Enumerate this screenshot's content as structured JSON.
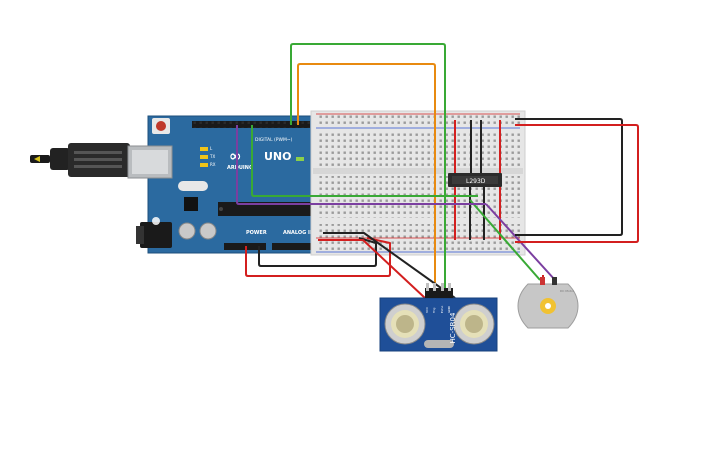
{
  "arduino": {
    "logo": "ARDUINO",
    "model": "UNO",
    "digital_label": "DIGITAL (PWM~)",
    "power_label": "POWER",
    "analog_label": "ANALOG IN",
    "led_tx": "TX",
    "led_rx": "RX",
    "led_l": "L"
  },
  "driver_ic": {
    "label": "L293D"
  },
  "sensor": {
    "label": "HC-SR04",
    "pins": [
      "VCC",
      "Trig",
      "Echo",
      "GND"
    ]
  },
  "motor": {
    "label": "DC Motor"
  },
  "colors": {
    "board": "#2b6aa0",
    "breadboard": "#e6e6e6",
    "wire_red": "#d31f1f",
    "wire_black": "#222222",
    "wire_green": "#39a935",
    "wire_orange": "#e88a10",
    "wire_purple": "#7b3fa0",
    "sensor_board": "#1f4f98",
    "motor_body": "#c7c7c7",
    "motor_hub": "#f1c232"
  }
}
